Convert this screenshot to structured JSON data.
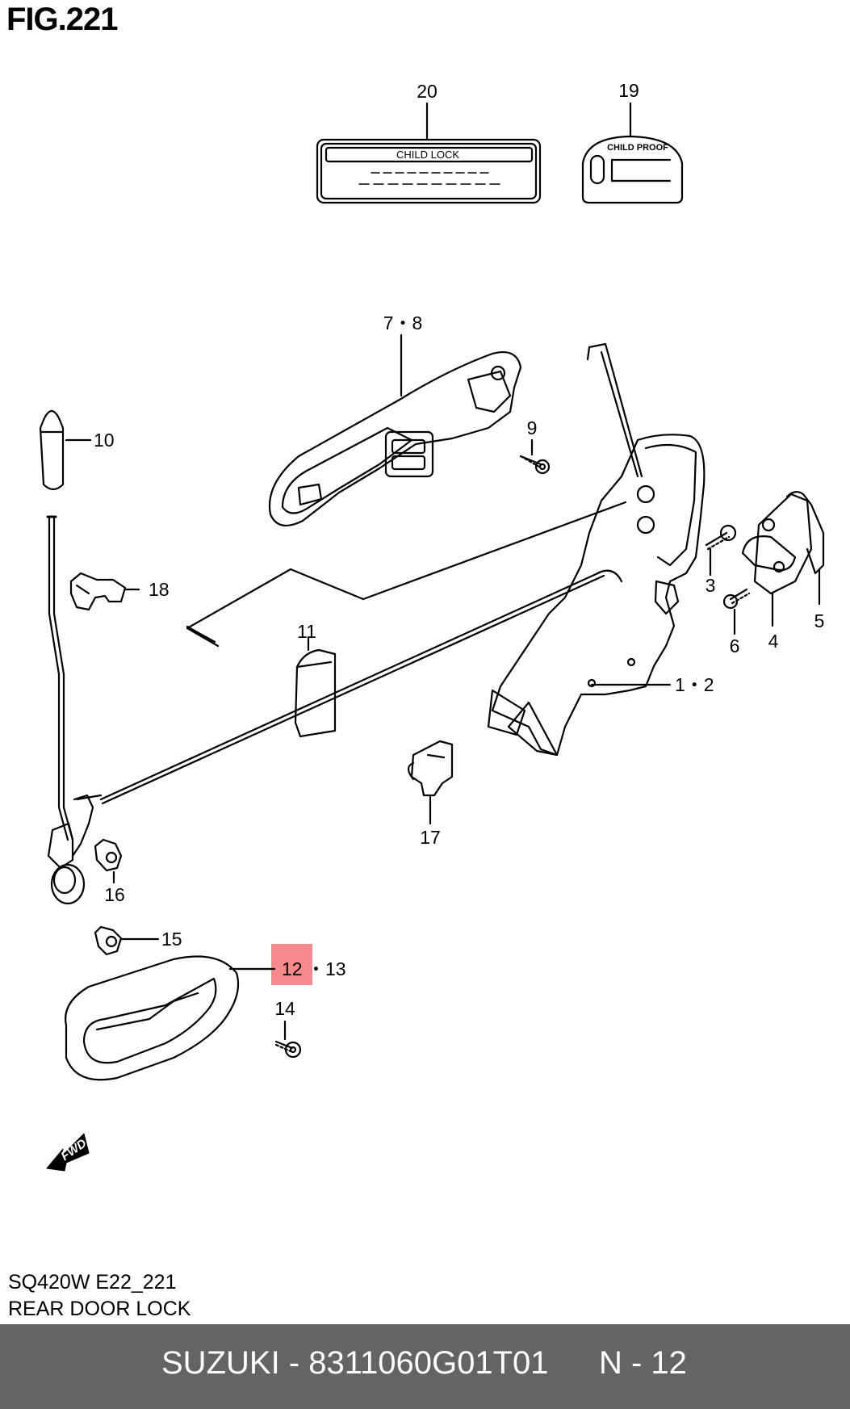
{
  "figure": {
    "title": "FIG.221",
    "model_code": "SQ420W E22_221",
    "section_name": "REAR DOOR LOCK"
  },
  "labels": {
    "plate_20_text": "CHILD LOCK",
    "plate_19_text": "CHILD PROOF",
    "fwd_text": "FWD"
  },
  "callouts": [
    {
      "id": "20",
      "text": "20"
    },
    {
      "id": "19",
      "text": "19"
    },
    {
      "id": "7-8",
      "text": "7・8"
    },
    {
      "id": "10",
      "text": "10"
    },
    {
      "id": "9",
      "text": "9"
    },
    {
      "id": "18",
      "text": "18"
    },
    {
      "id": "3",
      "text": "3"
    },
    {
      "id": "5",
      "text": "5"
    },
    {
      "id": "6",
      "text": "6"
    },
    {
      "id": "4",
      "text": "4"
    },
    {
      "id": "11",
      "text": "11"
    },
    {
      "id": "1-2",
      "text": "1・2"
    },
    {
      "id": "17",
      "text": "17"
    },
    {
      "id": "16",
      "text": "16"
    },
    {
      "id": "15",
      "text": "15"
    },
    {
      "id": "12",
      "text": "12"
    },
    {
      "id": "13",
      "text": "・13"
    },
    {
      "id": "14",
      "text": "14"
    }
  ],
  "highlight": {
    "part": "12",
    "color": "#f78a8a"
  },
  "footer": {
    "text": "SUZUKI - 8311060G01T01",
    "page": "N - 12",
    "background": "#646464"
  }
}
